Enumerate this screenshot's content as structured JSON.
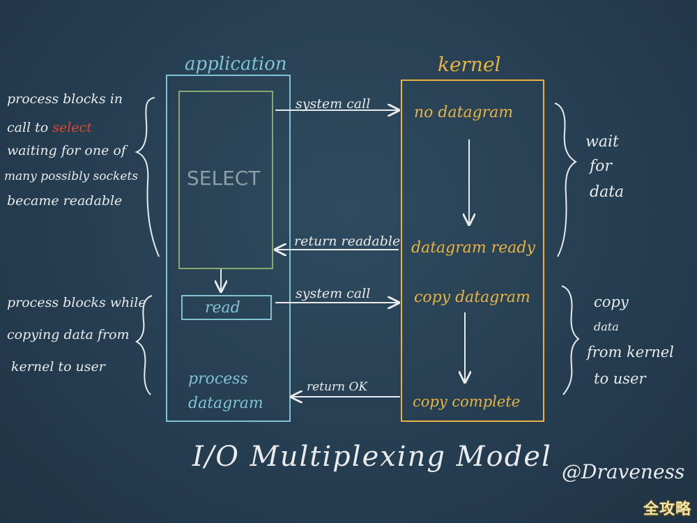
{
  "application_label": "application",
  "kernel_label": "kernel",
  "select_label": "SELECT",
  "read_label": "read",
  "process_datagram": [
    "process",
    "datagram"
  ],
  "left_notes": {
    "top": [
      "process blocks in",
      "call to ",
      "waiting for one of",
      "many possibly sockets",
      "became readable"
    ],
    "top_highlight": "select",
    "bottom": [
      "process blocks while",
      "copying data from",
      "kernel to user"
    ]
  },
  "arrows": {
    "system_call_1": "system call",
    "return_readable": "return readable",
    "system_call_2": "system call",
    "return_ok": "return OK"
  },
  "kernel_steps": {
    "no_datagram": "no datagram",
    "datagram_ready": "datagram ready",
    "copy_datagram": "copy datagram",
    "copy_complete": "copy complete"
  },
  "right_notes": {
    "wait": [
      "wait",
      "for",
      "data"
    ],
    "copy": [
      "copy",
      "data",
      "from kernel",
      "to user"
    ]
  },
  "title": "I/O Multiplexing Model",
  "author": "@Draveness",
  "watermark": "全攻略",
  "colors": {
    "chalk_white": "#e9ecef",
    "chalk_yellow": "#e8b43f",
    "chalk_red": "#e0452f",
    "chalk_blue": "#7fc3d4",
    "board": "#263e51"
  }
}
